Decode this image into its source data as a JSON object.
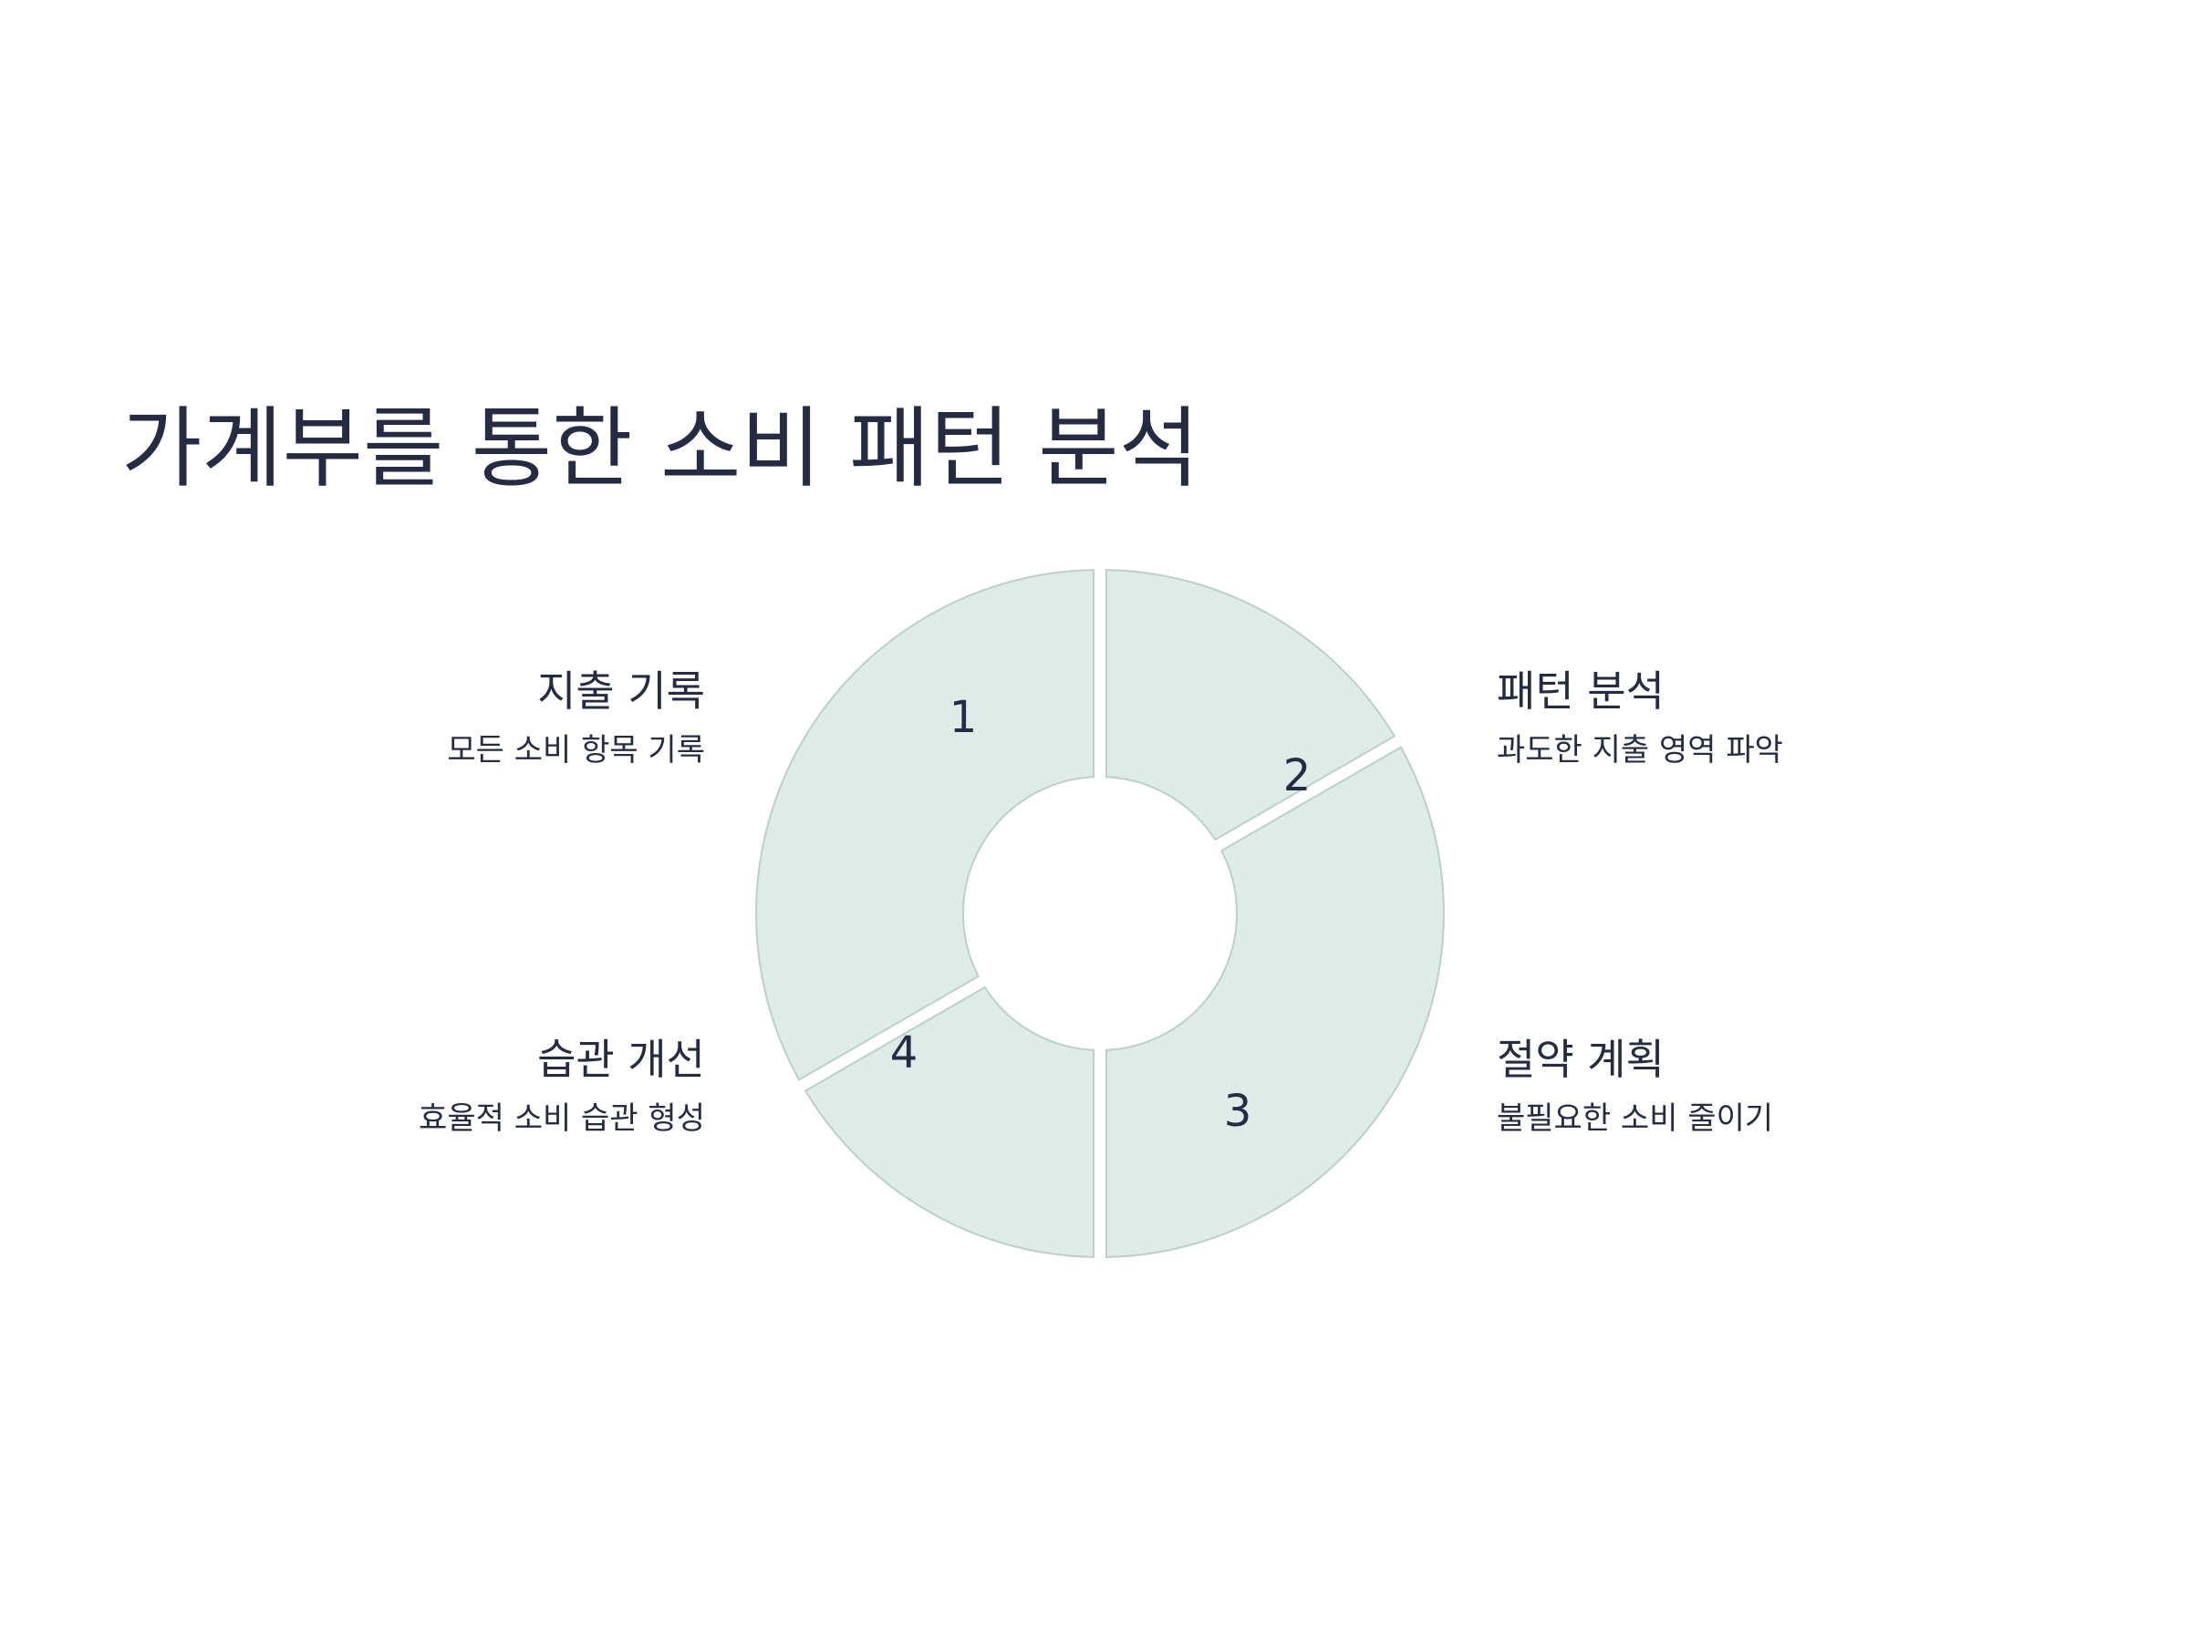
{
  "title": "가계부를 통한 소비 패턴 분석",
  "colors": {
    "segment_fill": "#deebe7",
    "segment_stroke": "#bccfca",
    "text": "#262b44"
  },
  "steps": [
    {
      "number": "1",
      "heading": "지출 기록",
      "description": "모든 소비 항목 기록"
    },
    {
      "number": "2",
      "heading": "패턴 분석",
      "description": "과도한 지출 영역 파악"
    },
    {
      "number": "3",
      "heading": "절약 계획",
      "description": "불필요한 소비 줄이기"
    },
    {
      "number": "4",
      "heading": "습관 개선",
      "description": "효율적 소비 습관 형성"
    }
  ]
}
